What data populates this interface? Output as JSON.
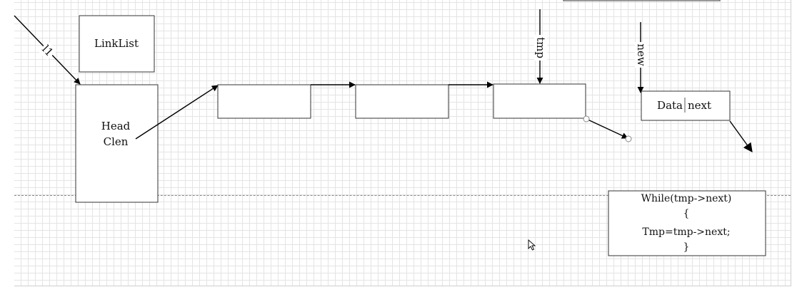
{
  "linklist_label": "LinkList",
  "node_label_line1": "Head",
  "node_label_line2": "Clen",
  "arrow_labels": {
    "l1": "l1",
    "tmp": "tmp",
    "new": "new"
  },
  "data_node": {
    "left": "Data",
    "right": "next"
  },
  "code": [
    "While(tmp->next)",
    "{",
    "Tmp=tmp->next;",
    "}"
  ],
  "colors": {
    "grid": "#e4e4e4",
    "stroke": "#000000",
    "page_break": "#8a8a8a"
  },
  "icons": {
    "cursor": "mouse-pointer-icon"
  }
}
